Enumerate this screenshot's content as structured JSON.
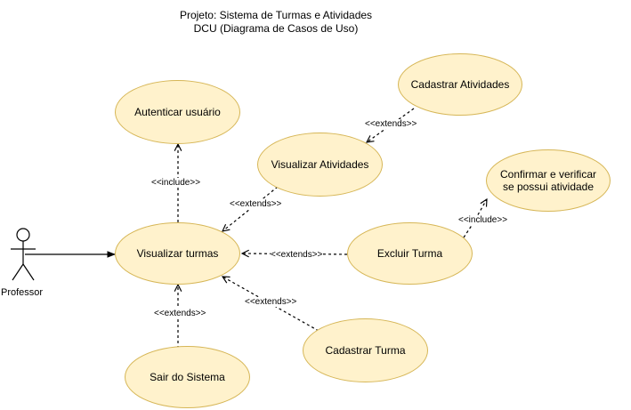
{
  "title": {
    "line1": "Projeto: Sistema de Turmas e Atividades",
    "line2": "DCU (Diagrama de Casos de Uso)"
  },
  "actor": {
    "label": "Professor"
  },
  "use_cases": {
    "autenticar": "Autenticar usuário",
    "visualizar_turmas": "Visualizar turmas",
    "sair": "Sair do Sistema",
    "visualizar_atividades": "Visualizar Atividades",
    "cadastrar_atividades": "Cadastrar Atividades",
    "excluir_turma": "Excluir Turma",
    "cadastrar_turma": "Cadastrar Turma",
    "confirmar": "Confirmar e verificar se possui atividade"
  },
  "relations": {
    "include_autenticar": "<<include>>",
    "extends_visualizar_atividades": "<<extends>>",
    "extends_cadastrar_atividades": "<<extends>>",
    "extends_excluir_turma": "<<extends>>",
    "extends_cadastrar_turma": "<<extends>>",
    "extends_sair": "<<extends>>",
    "include_confirmar": "<<include>>"
  },
  "colors": {
    "usecase_fill": "#fff2cc",
    "usecase_stroke": "#d6b656",
    "line": "#000000"
  }
}
